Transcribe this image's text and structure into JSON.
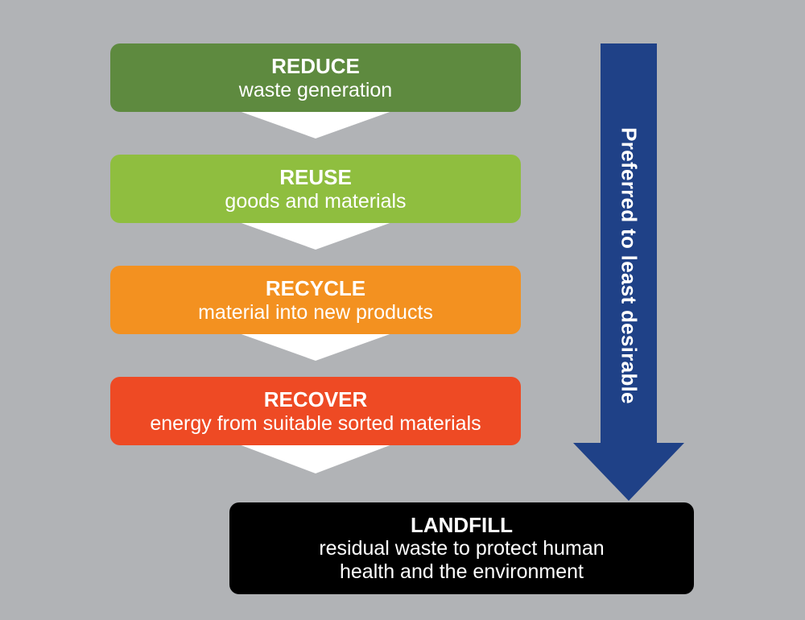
{
  "colors": {
    "background": "#b1b3b6",
    "reduce": "#5e8a3f",
    "reuse": "#8fbe3f",
    "recycle": "#f39120",
    "recover": "#ee4a24",
    "landfill": "#000000",
    "arrow": "#1f4187",
    "connector": "#ffffff"
  },
  "steps": [
    {
      "title": "REDUCE",
      "subtitle": "waste generation"
    },
    {
      "title": "REUSE",
      "subtitle": "goods and materials"
    },
    {
      "title": "RECYCLE",
      "subtitle": "material into new products"
    },
    {
      "title": "RECOVER",
      "subtitle": "energy from suitable sorted materials"
    }
  ],
  "landfill": {
    "title": "LANDFILL",
    "subtitle_line1": "residual waste to protect human",
    "subtitle_line2": "health and the environment"
  },
  "arrow": {
    "label": "Preferred to least desirable",
    "direction": "down"
  }
}
